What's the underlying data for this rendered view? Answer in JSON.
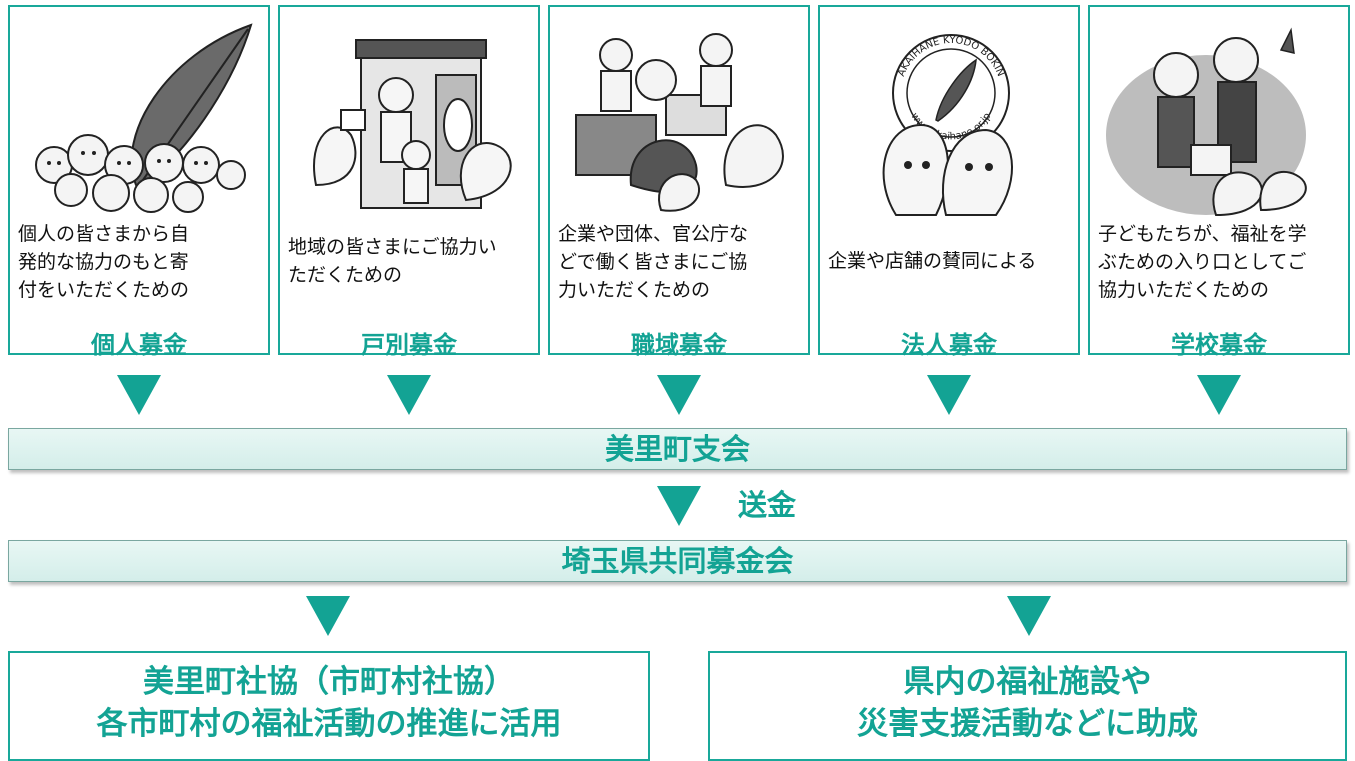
{
  "cards": [
    {
      "title": "個人募金",
      "desc": [
        "個人の皆さまから自",
        "発的な協力のもと寄",
        "付をいただくための"
      ]
    },
    {
      "title": "戸別募金",
      "desc": [
        "地域の皆さまにご協力い",
        "ただくための"
      ]
    },
    {
      "title": "職域募金",
      "desc": [
        "企業や団体、官公庁な",
        "どで働く皆さまにご協",
        "力いただくための"
      ]
    },
    {
      "title": "法人募金",
      "desc": [
        "企業や店舗の賛同による"
      ]
    },
    {
      "title": "学校募金",
      "desc": [
        "子どもたちが、福祉を学",
        "ぶための入り口としてご",
        "協力いただくための"
      ]
    }
  ],
  "seal": {
    "top_text": "AKAIHANE KYODO BOKIN",
    "bottom_text": "www.akaihane.or.jp"
  },
  "band_branch": "美里町支会",
  "transfer_label": "送金",
  "band_prefecture": "埼玉県共同募金会",
  "outcomes": [
    {
      "line1": "美里町社協（市町村社協）",
      "line2": "各市町村の福祉活動の推進に活用"
    },
    {
      "line1": "県内の福祉施設や",
      "line2": "災害支援活動などに助成"
    }
  ],
  "colors": {
    "accent": "#13a394",
    "band_fill": "#dff3f0"
  }
}
